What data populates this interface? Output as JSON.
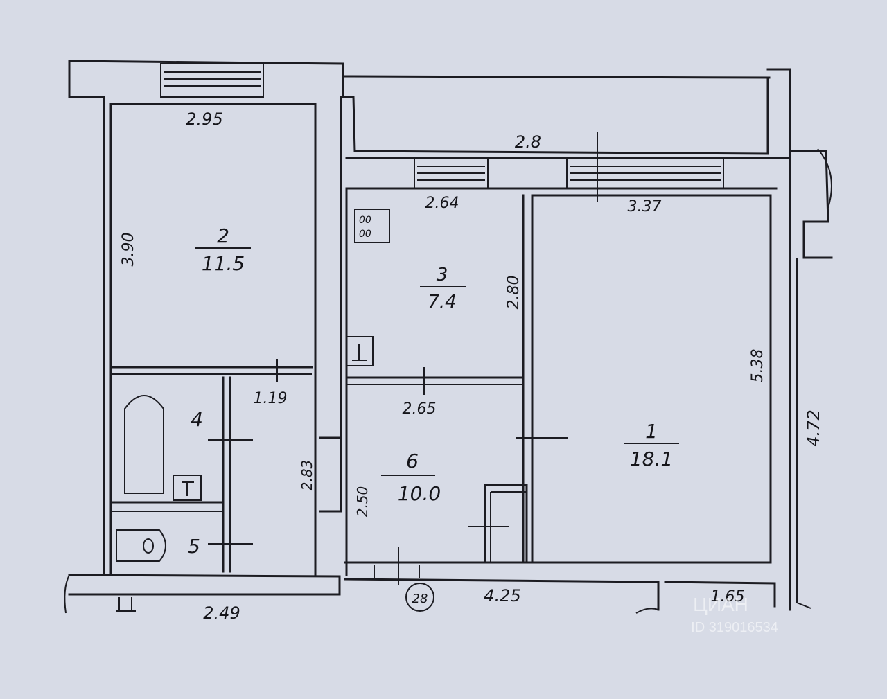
{
  "rooms": [
    {
      "number": "1",
      "area": "18.1"
    },
    {
      "number": "2",
      "area": "11.5"
    },
    {
      "number": "3",
      "area": "7.4"
    },
    {
      "number": "4",
      "area": ""
    },
    {
      "number": "5",
      "area": ""
    },
    {
      "number": "6",
      "area": "10.0"
    }
  ],
  "dimensions": {
    "room2_width": "2.95",
    "room2_length": "3.90",
    "balcony": "2.8",
    "kitchen_width": "2.64",
    "room1_width": "3.37",
    "kitchen_length": "2.80",
    "room1_length": "5.38",
    "outer_right": "4.72",
    "corridor_short": "1.19",
    "hall_width": "2.65",
    "bath_length": "2.83",
    "hall_length": "2.50",
    "bottom_left": "2.49",
    "bottom_mid": "4.25",
    "bottom_right": "1.65"
  },
  "labels": {
    "apartment_circle": "28"
  },
  "watermark": {
    "brand": "ЦИАН",
    "id": "ID 319016534"
  },
  "colors": {
    "paper": "#d7dbe6",
    "ink": "#1c1c22"
  }
}
